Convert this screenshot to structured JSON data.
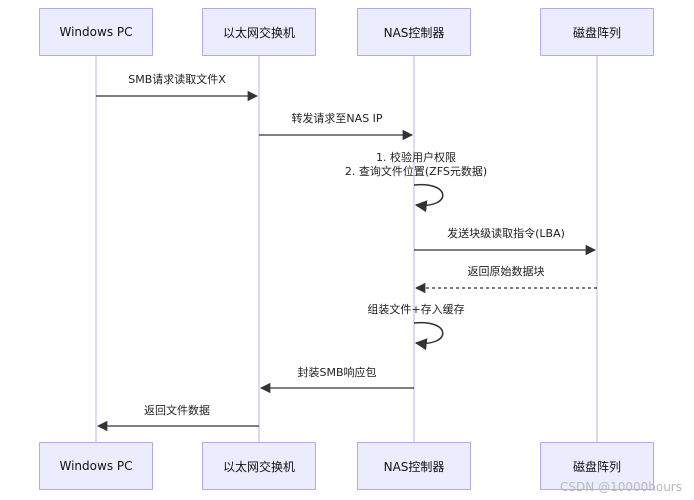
{
  "actors": [
    "Windows PC",
    "以太网交换机",
    "NAS控制器",
    "磁盘阵列"
  ],
  "messages": [
    {
      "from": 0,
      "to": 1,
      "label": "SMB请求读取文件X",
      "style": "solid"
    },
    {
      "from": 1,
      "to": 2,
      "label": "转发请求至NAS IP",
      "style": "solid"
    },
    {
      "from": 2,
      "to": 2,
      "label_line1": "1. 校验用户权限",
      "label_line2": "2. 查询文件位置(ZFS元数据)",
      "style": "self"
    },
    {
      "from": 2,
      "to": 3,
      "label": "发送块级读取指令(LBA)",
      "style": "solid"
    },
    {
      "from": 3,
      "to": 2,
      "label": "返回原始数据块",
      "style": "dashed"
    },
    {
      "from": 2,
      "to": 2,
      "label": "组装文件+存入缓存",
      "style": "self"
    },
    {
      "from": 2,
      "to": 1,
      "label": "封装SMB响应包",
      "style": "solid"
    },
    {
      "from": 1,
      "to": 0,
      "label": "返回文件数据",
      "style": "solid"
    }
  ],
  "watermark": "CSDN @10000hours",
  "colors": {
    "actor_fill": "#ececff",
    "actor_border": "#b6a8e6",
    "lifeline": "#c9bff0",
    "arrow": "#333333"
  }
}
